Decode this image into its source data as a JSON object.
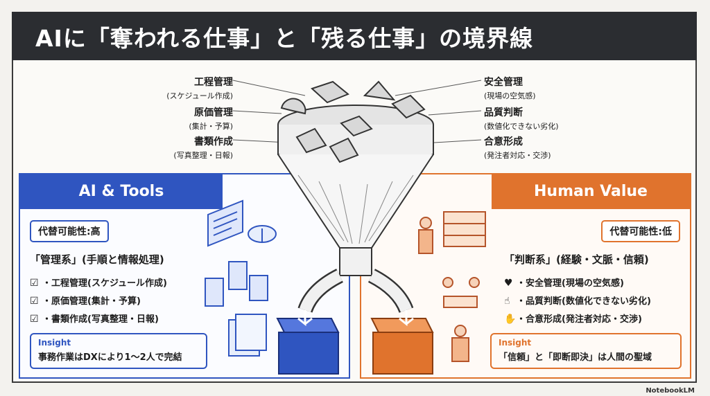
{
  "title": "AIに「奪われる仕事」と「残る仕事」の境界線",
  "funnel_labels": {
    "left": [
      {
        "title": "工程管理",
        "sub": "(スケジュール作成)"
      },
      {
        "title": "原価管理",
        "sub": "(集計・予算)"
      },
      {
        "title": "書類作成",
        "sub": "(写真整理・日報)"
      }
    ],
    "right": [
      {
        "title": "安全管理",
        "sub": "(現場の空気感)"
      },
      {
        "title": "品質判断",
        "sub": "(数値化できない劣化)"
      },
      {
        "title": "合意形成",
        "sub": "(発注者対応・交渉)"
      }
    ]
  },
  "left_panel": {
    "title": "AI & Tools",
    "replace_label": "代替可能性:高",
    "category": "「管理系」(手順と情報処理)",
    "items": [
      {
        "icon": "☑",
        "text": "・工程管理(スケジュール作成)"
      },
      {
        "icon": "☑",
        "text": "・原価管理(集計・予算)"
      },
      {
        "icon": "☑",
        "text": "・書類作成(写真整理・日報)"
      }
    ],
    "insight_heading": "Insight",
    "insight_text": "事務作業はDXにより1〜2人で完結",
    "accent": "#2f55c0"
  },
  "right_panel": {
    "title": "Human Value",
    "replace_label": "代替可能性:低",
    "category": "「判断系」(経験・文脈・信頼)",
    "items": [
      {
        "icon": "♥",
        "text": "・安全管理(現場の空気感)"
      },
      {
        "icon": "☝",
        "text": "・品質判断(数値化できない劣化)"
      },
      {
        "icon": "✋",
        "text": "・合意形成(発注者対応・交渉)"
      }
    ],
    "insight_heading": "Insight",
    "insight_text": "「信頼」と「即断即決」は人間の聖域",
    "accent": "#e0732d"
  },
  "brand": "NotebookLM"
}
